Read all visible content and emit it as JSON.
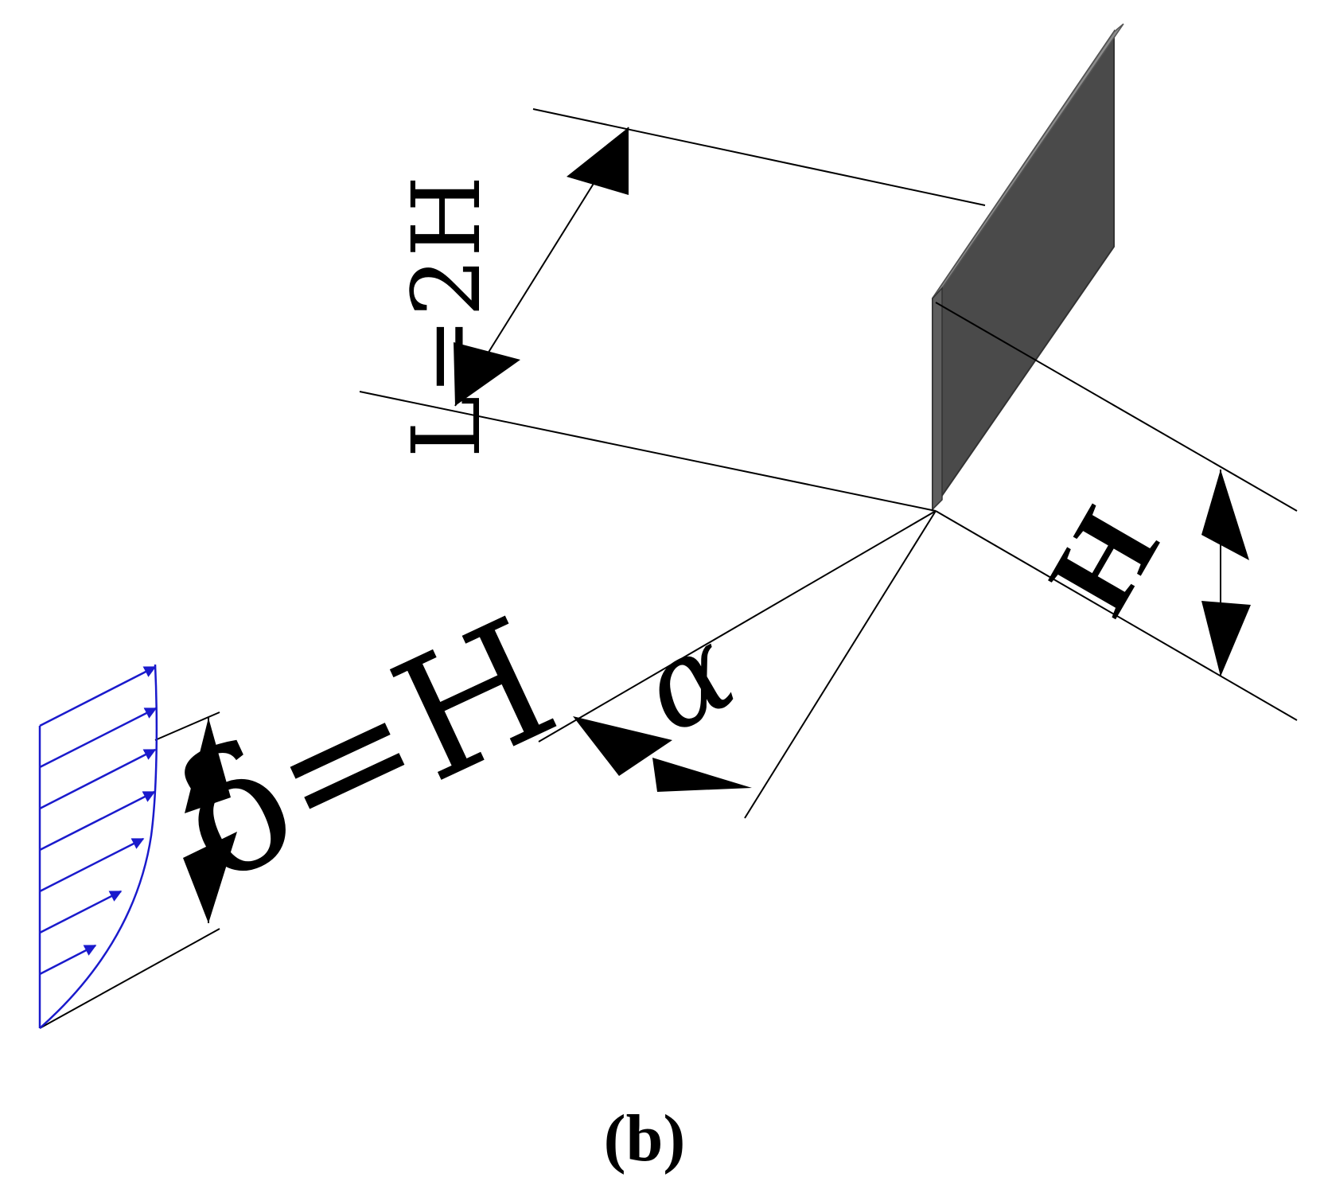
{
  "diagram": {
    "labels": {
      "length": "L=2H",
      "height": "H",
      "boundary_layer": "δ=H",
      "angle": "α"
    },
    "caption": "(b)",
    "colors": {
      "line": "#000000",
      "plate_front": "#4a4a4a",
      "plate_side": "#5e5e5e",
      "plate_edge": "#8c8c8c",
      "velocity_profile": "#1a1acc"
    }
  }
}
